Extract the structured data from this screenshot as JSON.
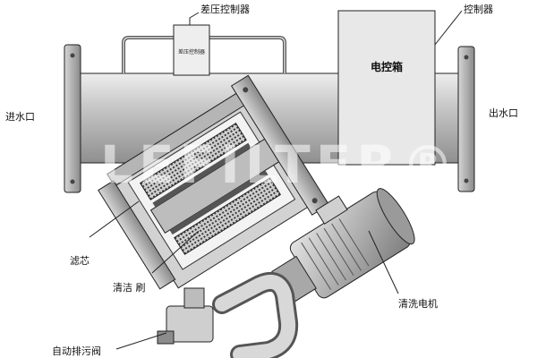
{
  "labels": {
    "dp_controller": "差压控制器",
    "controller": "控制器",
    "control_box": "电控箱",
    "inlet": "进水口",
    "outlet": "出水口",
    "filter_element": "滤芯",
    "cleaning_brush": "清洁 刷",
    "cleaning_motor": "清洗电机",
    "auto_drain_valve": "自动排污阀"
  },
  "small_box_text": "差压控制器",
  "watermark_text": "LEFILTER®",
  "colors": {
    "pipe": "#c9c9c9",
    "pipe_dark": "#9a9a9a",
    "box": "#e8e8e8",
    "motor": "#bdbdbd",
    "line": "#222222"
  }
}
